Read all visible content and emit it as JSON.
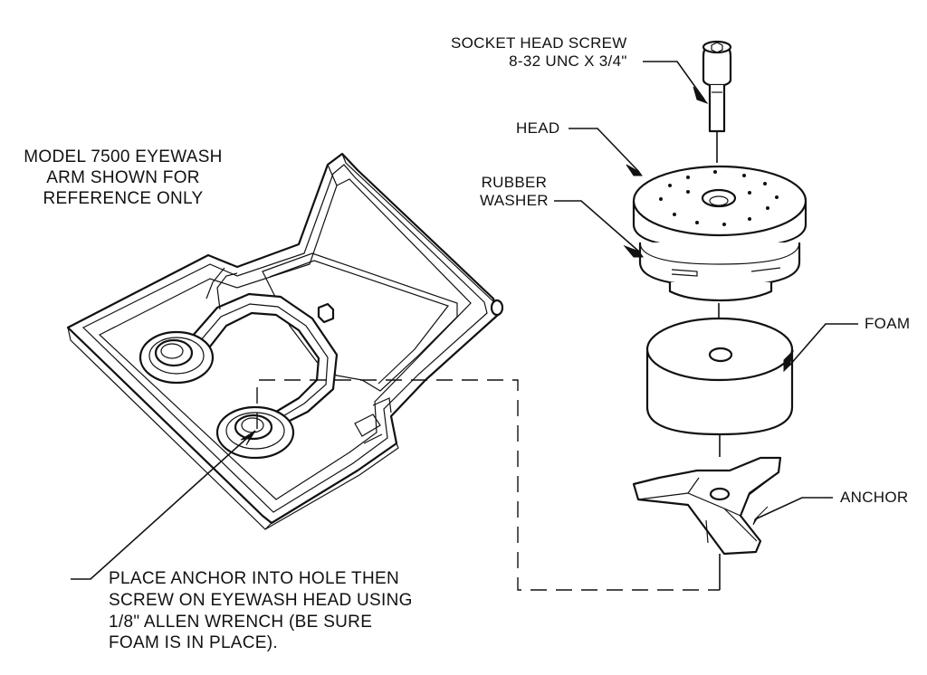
{
  "labels": {
    "screw_line1": "SOCKET HEAD SCREW",
    "screw_line2": "8-32 UNC X 3/4\"",
    "head": "HEAD",
    "washer_line1": "RUBBER",
    "washer_line2": "WASHER",
    "foam": "FOAM",
    "anchor": "ANCHOR"
  },
  "reference_note": {
    "line1": "MODEL 7500 EYEWASH",
    "line2": "ARM SHOWN FOR",
    "line3": "REFERENCE ONLY"
  },
  "instruction": {
    "line1": "PLACE ANCHOR INTO HOLE THEN",
    "line2": "SCREW ON EYEWASH HEAD USING",
    "line3": "1/8\" ALLEN WRENCH (BE SURE",
    "line4": "FOAM IS IN PLACE)."
  }
}
